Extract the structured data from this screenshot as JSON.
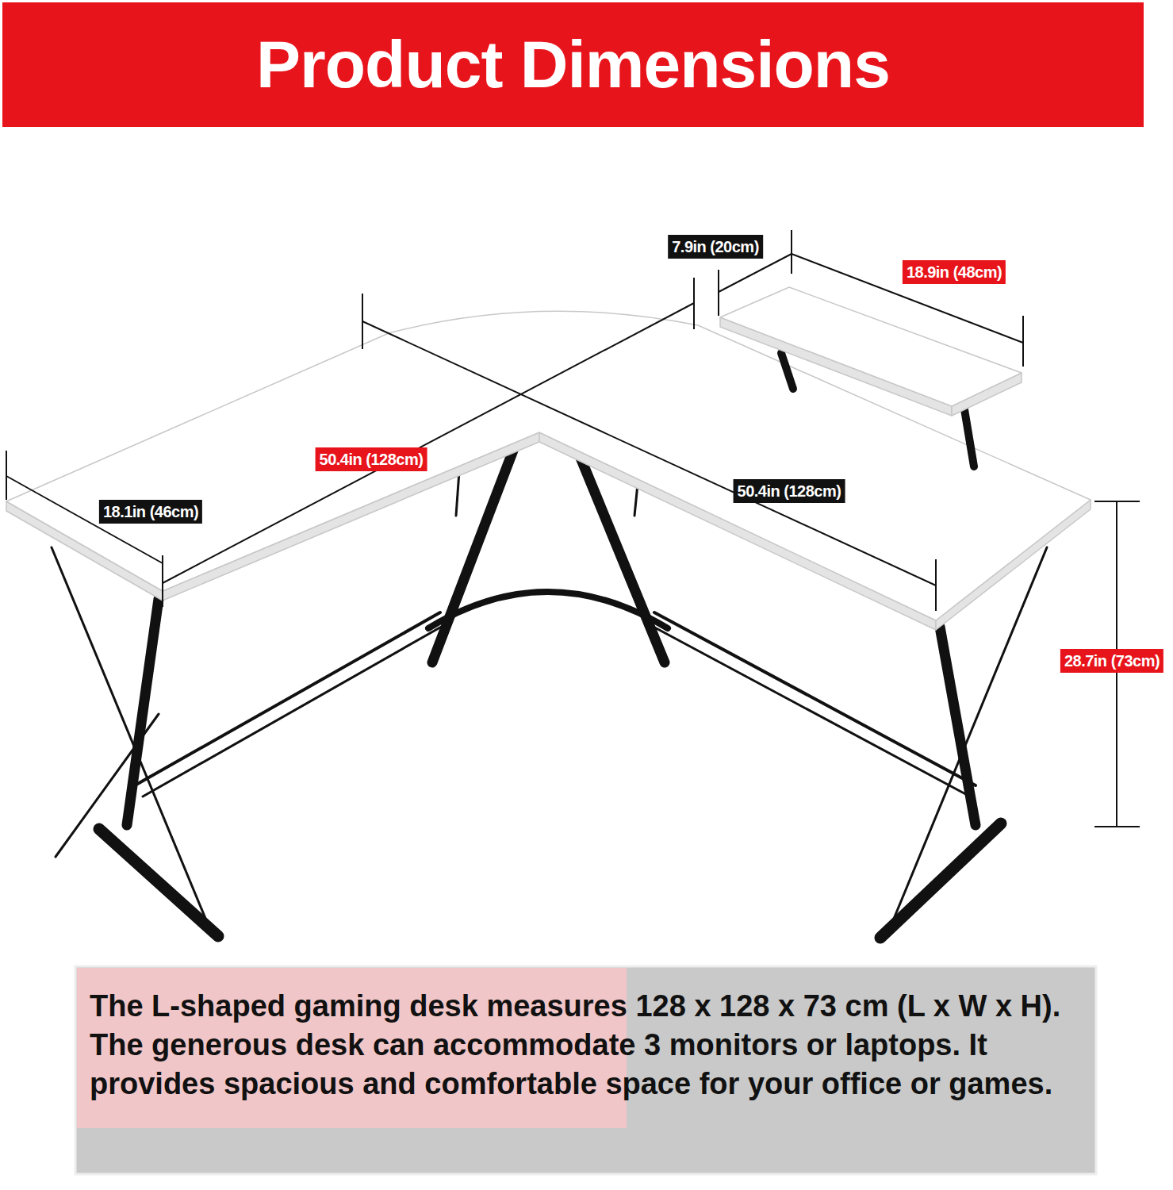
{
  "diagram": {
    "title": "Product Dimensions",
    "caption": "The L-shaped gaming desk measures 128 x 128 x 73 cm (L x W x H). The generous desk can accommodate 3 monitors or laptops. It provides spacious and comfortable space for your office or games.",
    "labels": [
      "7.9in (20cm)",
      "18.9in (48cm)",
      "50.4in (128cm)",
      "18.1in (46cm)",
      "50.4in (128cm)",
      "28.7in (73cm)"
    ]
  }
}
